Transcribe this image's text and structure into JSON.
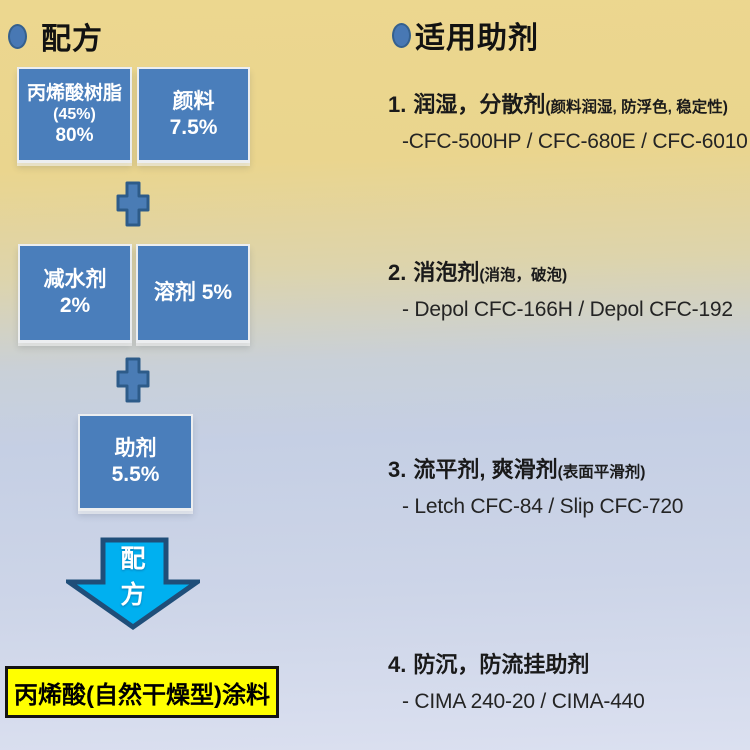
{
  "colors": {
    "background_top": "#ECD78F",
    "background_bottom": "#DBE0F0",
    "box_blue": "#4A7EBB",
    "plus_fill": "#4A7CB5",
    "plus_border": "#2D5B89",
    "arrow_cyan": "#00B0F0",
    "arrow_border": "#1F4E79",
    "result_yellow": "#FFFF00",
    "bullet_blue": "#4878B4"
  },
  "left": {
    "header_label": "配方",
    "boxes": {
      "resin": {
        "line1": "丙烯酸树脂",
        "line2": "(45%)",
        "line3": "80%"
      },
      "pigment": {
        "line1": "颜料",
        "line2": "7.5%"
      },
      "water_reducer": {
        "line1": "减水剂",
        "line2": "2%"
      },
      "solvent": {
        "line1": "溶剂 5%"
      },
      "additive": {
        "line1": "助剂",
        "line2": "5.5%"
      }
    },
    "plus_icon": "+",
    "arrow_label": {
      "char1": "配",
      "char2": "方"
    },
    "result_label": "丙烯酸(自然干燥型)涂料"
  },
  "right": {
    "header_label": "适用助剂",
    "items": [
      {
        "num": "1.",
        "title": "润湿，分散剂",
        "note": "(颜料润湿, 防浮色, 稳定性)",
        "products": "-CFC-500HP / CFC-680E / CFC-6010"
      },
      {
        "num": "2.",
        "title": "消泡剂",
        "note": "(消泡，破泡)",
        "products": "- Depol CFC-166H / Depol CFC-192"
      },
      {
        "num": "3.",
        "title": "流平剂, 爽滑剂",
        "note": "(表面平滑剂)",
        "products": "- Letch CFC-84 / Slip CFC-720"
      },
      {
        "num": "4.",
        "title": "防沉，防流挂助剂",
        "note": "",
        "products": "- CIMA 240-20 / CIMA-440"
      }
    ]
  }
}
